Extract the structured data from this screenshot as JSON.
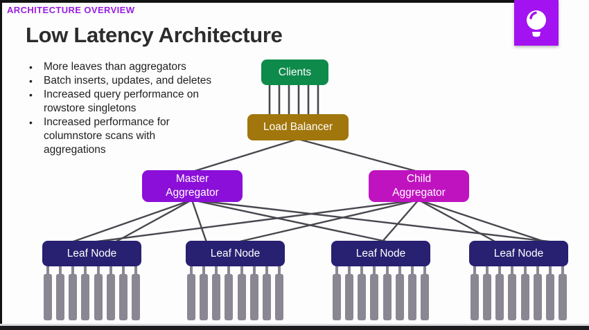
{
  "slide": {
    "eyebrow": "ARCHITECTURE OVERVIEW",
    "title": "Low Latency Architecture",
    "bullets": [
      {
        "lines": [
          "More leaves than aggregators"
        ]
      },
      {
        "lines": [
          "Batch inserts, updates, and deletes"
        ]
      },
      {
        "lines": [
          "Increased query performance on",
          "rowstore singletons"
        ]
      },
      {
        "lines": [
          "Increased performance for",
          "columnstore scans with",
          "aggregations"
        ]
      }
    ]
  },
  "icon": {
    "name": "lightbulb",
    "bg": "#a312f0"
  },
  "colors": {
    "eyebrow": "#9a1ce6",
    "title": "#2c2c2c",
    "connector": "#47474f",
    "partition": "#8a8793",
    "frame_bar": "#1b1b1d"
  },
  "diagram": {
    "clients": {
      "label": "Clients",
      "color": "#0e8a4b"
    },
    "load_balancer": {
      "label": "Load Balancer",
      "color": "#a1760c"
    },
    "master_aggregator": {
      "lines": [
        "Master",
        "Aggregator"
      ],
      "color": "#8b0fd8"
    },
    "child_aggregator": {
      "lines": [
        "Child",
        "Aggregator"
      ],
      "color": "#c013c0"
    },
    "leaves": [
      {
        "label": "Leaf Node"
      },
      {
        "label": "Leaf Node"
      },
      {
        "label": "Leaf Node"
      },
      {
        "label": "Leaf Node"
      }
    ],
    "leaf_color": "#282071",
    "partitions_per_leaf": 8,
    "partition_color": "#8a8793",
    "connector_color": "#47474f",
    "client_connection_count": 6
  }
}
